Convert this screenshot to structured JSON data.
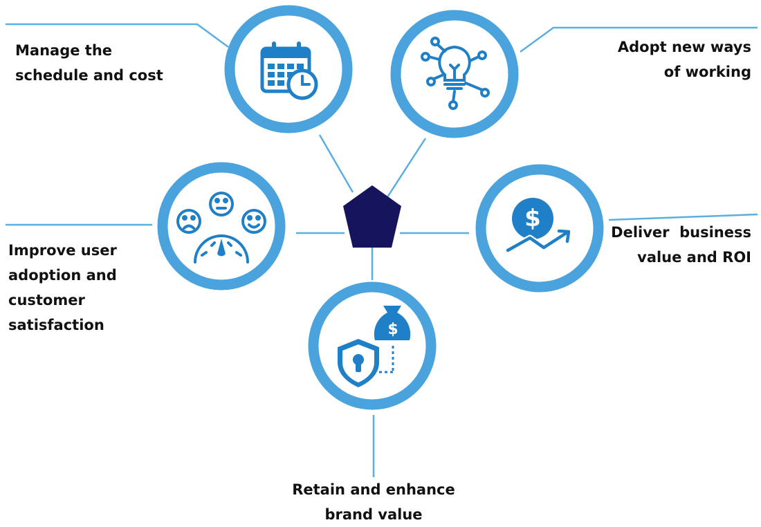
{
  "colors": {
    "ring": "#4aa3dd",
    "icon": "#1f7fc7",
    "line": "#5aaee0",
    "hub": "#16145c",
    "text": "#111111"
  },
  "hub": {
    "shape": "pentagon"
  },
  "nodes": [
    {
      "id": "schedule",
      "icon": "calendar-clock-icon",
      "label": [
        "Manage the",
        "schedule and cost"
      ]
    },
    {
      "id": "ways",
      "icon": "lightbulb-network-icon",
      "label": [
        "Adopt new ways",
        "of working"
      ]
    },
    {
      "id": "adoption",
      "icon": "satisfaction-gauge-icon",
      "label": [
        "Improve user",
        "adoption and",
        "customer",
        "satisfaction"
      ]
    },
    {
      "id": "roi",
      "icon": "dollar-growth-icon",
      "label": [
        "Deliver  business",
        "value and ROI"
      ]
    },
    {
      "id": "brand",
      "icon": "shield-moneybag-icon",
      "label": [
        "Retain and enhance",
        "brand value"
      ]
    }
  ]
}
